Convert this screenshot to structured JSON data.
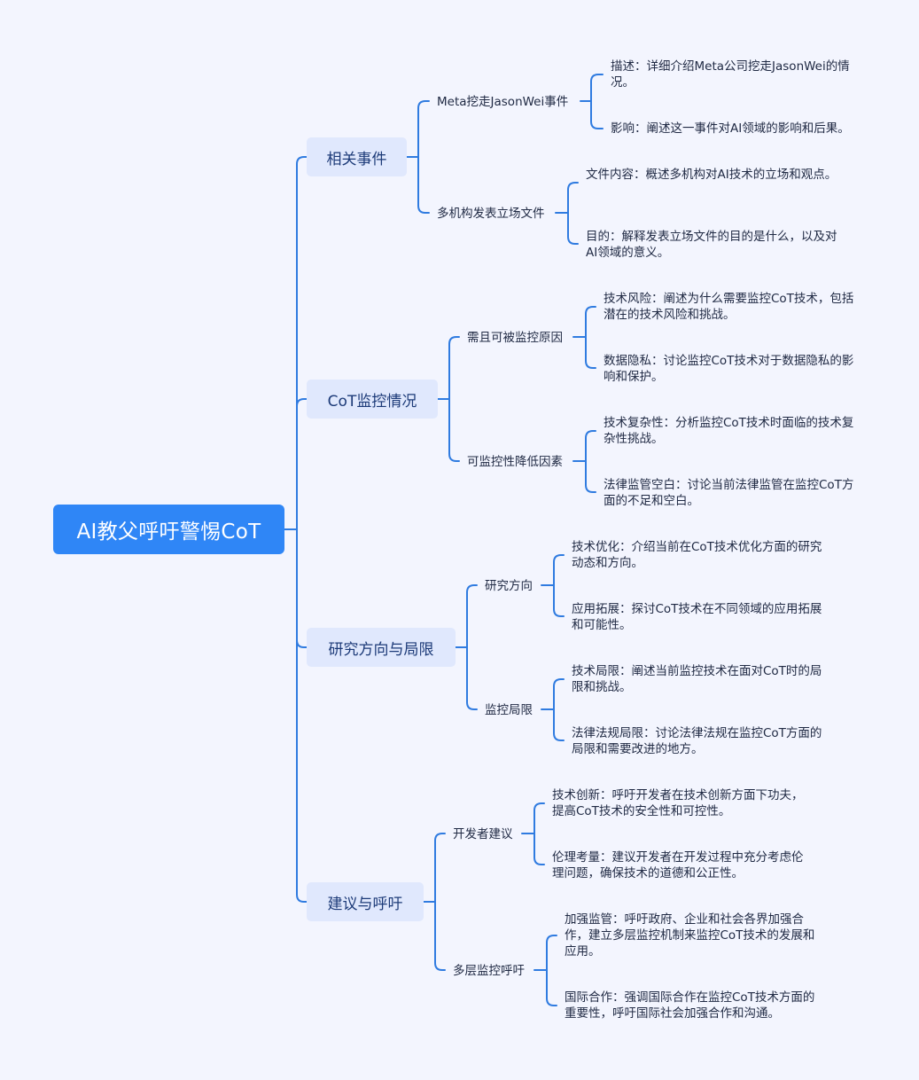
{
  "root": {
    "label": "AI教父呼吁警惕CoT"
  },
  "colors": {
    "root_bg": "#2f86f6",
    "topic_bg": "#e0e8fd",
    "line": "#2f7be0",
    "canvas_bg": "#f3f5fe"
  },
  "topics": [
    {
      "label": "相关事件",
      "subs": [
        {
          "label": "Meta挖走JasonWei事件",
          "leaves": [
            "描述：详细介绍Meta公司挖走JasonWei的情况。",
            "影响：阐述这一事件对AI领域的影响和后果。"
          ]
        },
        {
          "label": "多机构发表立场文件",
          "leaves": [
            "文件内容：概述多机构对AI技术的立场和观点。",
            "目的：解释发表立场文件的目的是什么，以及对AI领域的意义。"
          ]
        }
      ]
    },
    {
      "label": "CoT监控情况",
      "subs": [
        {
          "label": "需且可被监控原因",
          "leaves": [
            "技术风险：阐述为什么需要监控CoT技术，包括潜在的技术风险和挑战。",
            "数据隐私：讨论监控CoT技术对于数据隐私的影响和保护。"
          ]
        },
        {
          "label": "可监控性降低因素",
          "leaves": [
            "技术复杂性：分析监控CoT技术时面临的技术复杂性挑战。",
            "法律监管空白：讨论当前法律监管在监控CoT方面的不足和空白。"
          ]
        }
      ]
    },
    {
      "label": "研究方向与局限",
      "subs": [
        {
          "label": "研究方向",
          "leaves": [
            "技术优化：介绍当前在CoT技术优化方面的研究动态和方向。",
            "应用拓展：探讨CoT技术在不同领域的应用拓展和可能性。"
          ]
        },
        {
          "label": "监控局限",
          "leaves": [
            "技术局限：阐述当前监控技术在面对CoT时的局限和挑战。",
            "法律法规局限：讨论法律法规在监控CoT方面的局限和需要改进的地方。"
          ]
        }
      ]
    },
    {
      "label": "建议与呼吁",
      "subs": [
        {
          "label": "开发者建议",
          "leaves": [
            "技术创新：呼吁开发者在技术创新方面下功夫，提高CoT技术的安全性和可控性。",
            "伦理考量：建议开发者在开发过程中充分考虑伦理问题，确保技术的道德和公正性。"
          ]
        },
        {
          "label": "多层监控呼吁",
          "leaves": [
            "加强监管：呼吁政府、企业和社会各界加强合作，建立多层监控机制来监控CoT技术的发展和应用。",
            "国际合作：强调国际合作在监控CoT技术方面的重要性，呼吁国际社会加强合作和沟通。"
          ]
        }
      ]
    }
  ]
}
